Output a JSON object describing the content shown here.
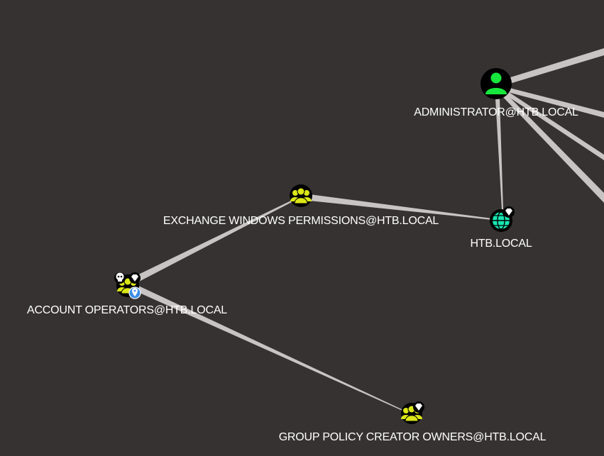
{
  "graph": {
    "nodes": [
      {
        "id": "administrator",
        "label": "ADMINISTRATOR@HTB.LOCAL",
        "type": "user",
        "icon": "user-icon",
        "color": "#17e63c"
      },
      {
        "id": "htb_local",
        "label": "HTB.LOCAL",
        "type": "domain",
        "icon": "globe-icon",
        "color": "#17e6b2",
        "badges": [
          "diamond-icon"
        ]
      },
      {
        "id": "exchange_windows_permissions",
        "label": "EXCHANGE WINDOWS PERMISSIONS@HTB.LOCAL",
        "type": "group",
        "icon": "group-icon",
        "color": "#dbe617"
      },
      {
        "id": "account_operators",
        "label": "ACCOUNT OPERATORS@HTB.LOCAL",
        "type": "group",
        "icon": "group-icon",
        "color": "#dbe617",
        "badges": [
          "skull-icon",
          "diamond-icon",
          "location-pin-icon"
        ]
      },
      {
        "id": "group_policy_creator_owners",
        "label": "GROUP POLICY CREATOR OWNERS@HTB.LOCAL",
        "type": "group",
        "icon": "group-icon",
        "color": "#dbe617",
        "badges": [
          "diamond-icon"
        ]
      }
    ],
    "edges": [
      {
        "from": "administrator",
        "to": "htb_local"
      },
      {
        "from": "exchange_windows_permissions",
        "to": "htb_local"
      },
      {
        "from": "account_operators",
        "to": "exchange_windows_permissions"
      },
      {
        "from": "account_operators",
        "to": "group_policy_creator_owners"
      }
    ],
    "colors": {
      "background": "#363232",
      "edge": "#c8c4c4",
      "label": "#ffffff",
      "node_disc": "#000000"
    }
  }
}
